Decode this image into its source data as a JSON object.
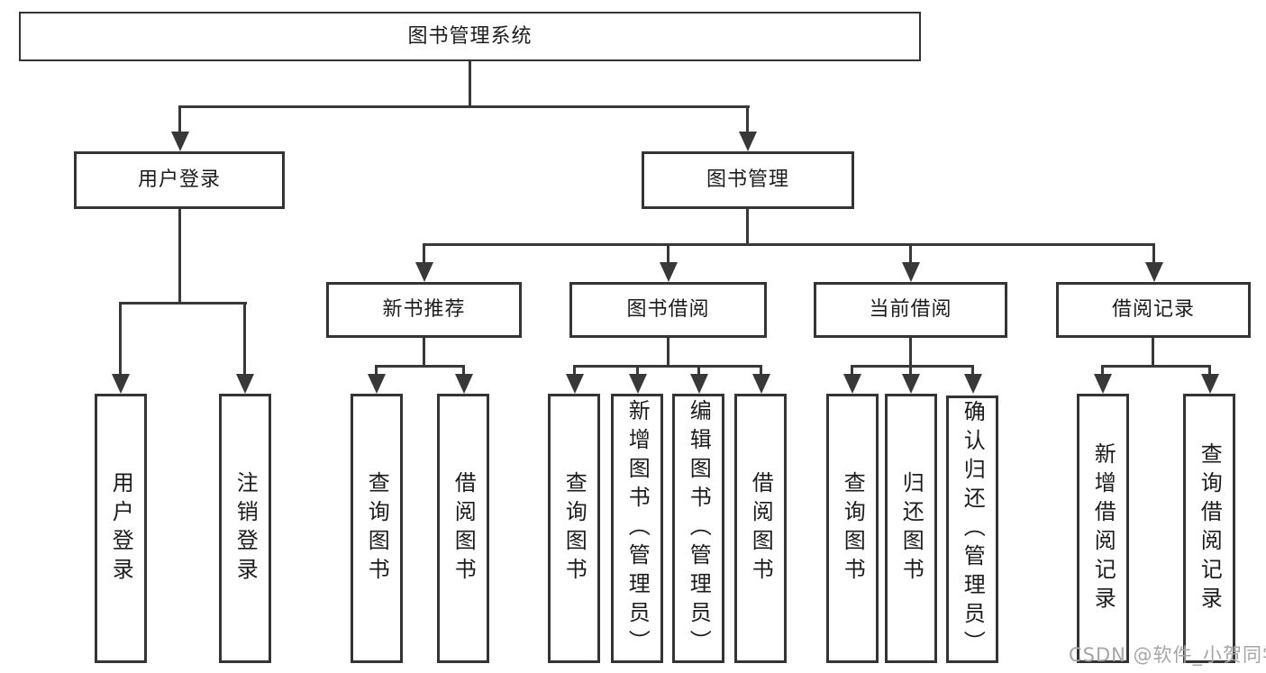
{
  "page": {
    "background": "#ffffff"
  },
  "colors": {
    "line": "#383838",
    "box_border": "#343434",
    "box_fill": "#ffffff",
    "text": "#1c1c1c",
    "watermark": "#a6a6a6"
  },
  "watermark": {
    "text": "CSDN @软件_小贺同学"
  },
  "tree": {
    "label": "图书管理系统",
    "children": [
      {
        "label": "用户登录",
        "children": [
          {
            "label": "用户登录"
          },
          {
            "label": "注销登录"
          }
        ]
      },
      {
        "label": "图书管理",
        "children": [
          {
            "label": "新书推荐",
            "children": [
              {
                "label": "查询图书"
              },
              {
                "label": "借阅图书"
              }
            ]
          },
          {
            "label": "图书借阅",
            "children": [
              {
                "label": "查询图书"
              },
              {
                "label": "新增图书（管理员）"
              },
              {
                "label": "编辑图书（管理员）"
              },
              {
                "label": "借阅图书"
              }
            ]
          },
          {
            "label": "当前借阅",
            "children": [
              {
                "label": "查询图书"
              },
              {
                "label": "归还图书"
              },
              {
                "label": "确认归还（管理员）"
              }
            ]
          },
          {
            "label": "借阅记录",
            "children": [
              {
                "label": "新增借阅记录"
              },
              {
                "label": "查询借阅记录"
              }
            ]
          }
        ]
      }
    ]
  }
}
